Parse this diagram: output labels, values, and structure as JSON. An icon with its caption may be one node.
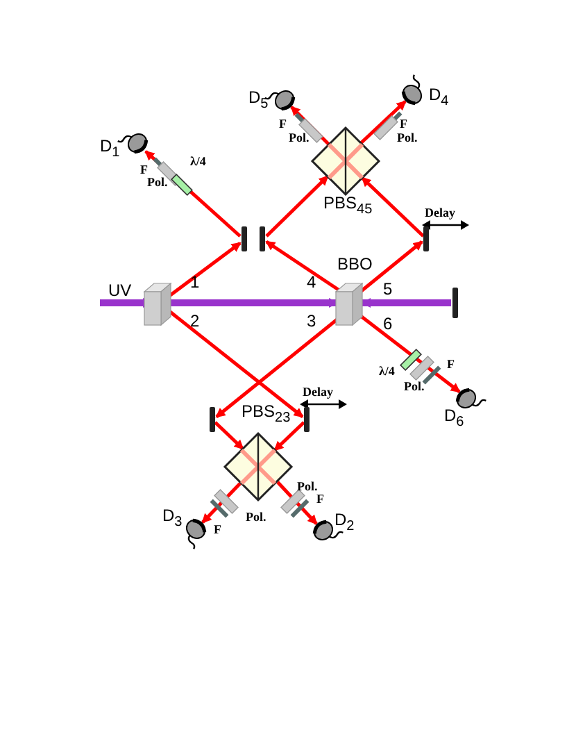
{
  "diagram": {
    "nodes": [
      {
        "text": [
          "D$_{5}$"
        ]
      },
      {
        "text": [
          "D$_{4}$"
        ]
      },
      {
        "text": [
          "PBS$_{45}$"
        ]
      },
      {
        "text": [
          "D$_{1}$"
        ]
      },
      {
        "text": [],
        "shape": "bar"
      },
      {
        "text": [],
        "shape": "bar"
      },
      {
        "text": [],
        "shape": "bar"
      },
      {
        "text": [],
        "shape": "box"
      },
      {
        "text": [
          "BBO"
        ]
      },
      {
        "text": [],
        "shape": "bar"
      },
      {
        "text": [
          "D$_{6}$"
        ]
      },
      {
        "text": [],
        "shape": "bar"
      },
      {
        "text": [],
        "shape": "bar"
      },
      {
        "text": [
          "PBS$_{23}$"
        ]
      },
      {
        "text": [
          "D$_{3}$"
        ]
      },
      {
        "text": [
          "D$_{2}$"
        ]
      }
    ],
    "edges": [
      {
        "from": null,
        "to": 7,
        "arrow": "to",
        "label": "UV",
        "style": "thick",
        "color": "#9933cc"
      },
      {
        "from": 7,
        "to": 8,
        "arrow": "to",
        "style": "thick",
        "color": "#9933cc"
      },
      {
        "from": 9,
        "to": 8,
        "arrow": "to",
        "style": "thick",
        "color": "#9933cc"
      },
      {
        "from": 7,
        "to": 4,
        "arrow": "to",
        "label": "1"
      },
      {
        "from": 4,
        "to": 3,
        "arrow": "to"
      },
      {
        "from": 8,
        "to": 5,
        "arrow": "to",
        "label": "4"
      },
      {
        "from": 5,
        "to": 2,
        "arrow": "to"
      },
      {
        "from": 8,
        "to": 6,
        "arrow": "to",
        "label": "5"
      },
      {
        "from": 6,
        "to": 2,
        "arrow": "to"
      },
      {
        "from": 2,
        "to": 0,
        "arrow": "to"
      },
      {
        "from": 2,
        "to": 1,
        "arrow": "to"
      },
      {
        "from": 7,
        "to": 12,
        "arrow": "to",
        "label": "2"
      },
      {
        "from": 8,
        "to": 11,
        "arrow": "to",
        "label": "3"
      },
      {
        "from": 12,
        "to": 13,
        "arrow": "to"
      },
      {
        "from": 11,
        "to": 13,
        "arrow": "to"
      },
      {
        "from": 13,
        "to": 14,
        "arrow": "to"
      },
      {
        "from": 13,
        "to": 15,
        "arrow": "to"
      },
      {
        "from": 8,
        "to": 10,
        "arrow": "to",
        "label": "6"
      }
    ],
    "labels": [
      "F",
      "F",
      "Pol.",
      "Pol.",
      "λ/4",
      "F",
      "Pol.",
      "Delay",
      "F",
      "λ/4",
      "Pol.",
      "Delay",
      "Pol.",
      "F",
      "Pol.",
      "F"
    ]
  }
}
